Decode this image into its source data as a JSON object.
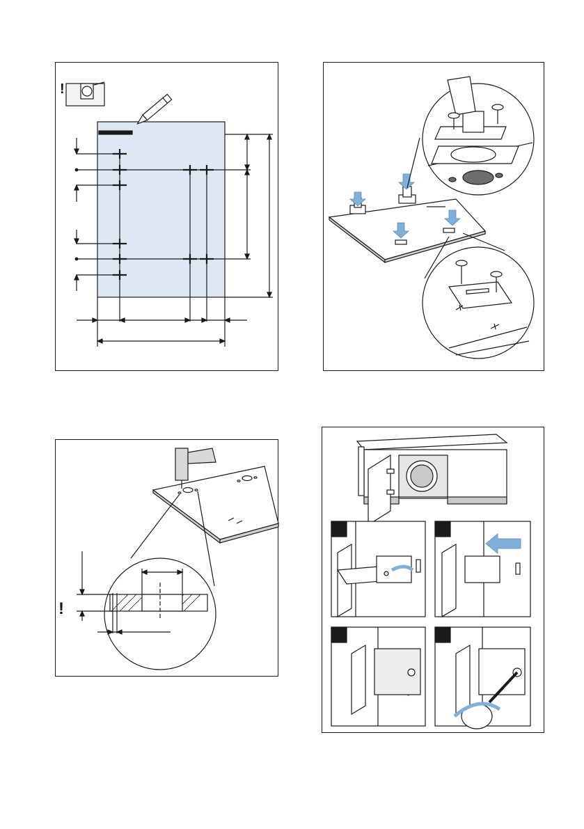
{
  "page": {
    "warning_mark": "!",
    "colors": {
      "ink": "#1a1a1a",
      "door_fill": "#dde8f3",
      "accent_blue": "#7fb0d9",
      "hole_dark": "#6e6e6e",
      "machine_grey": "#c9c9c9"
    }
  },
  "figures": [
    {
      "id": "door-marking",
      "icons": [
        "pencil-icon",
        "hinge-reference-icon"
      ],
      "warning": "!"
    },
    {
      "id": "hinge-plate-mounting",
      "icons": [
        "screw-icon",
        "hinge-icon",
        "magnifier-circle-icon"
      ]
    },
    {
      "id": "drilling",
      "icons": [
        "drill-icon",
        "magnifier-circle-icon"
      ],
      "warning": "!"
    },
    {
      "id": "door-adjustment",
      "icons": [
        "washing-machine-icon",
        "screwdriver-icon",
        "arrow-icon"
      ]
    }
  ]
}
